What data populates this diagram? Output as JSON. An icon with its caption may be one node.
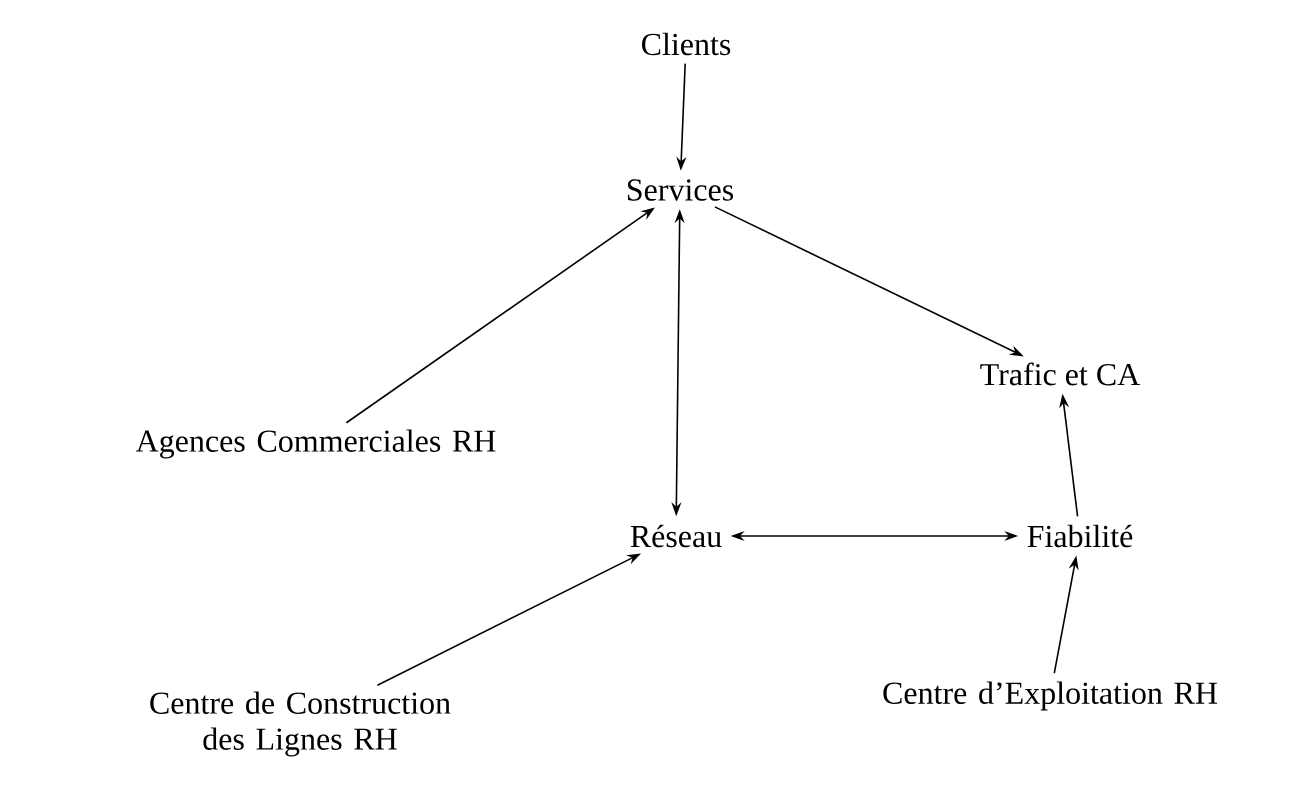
{
  "diagram": {
    "nodes": [
      {
        "text": [
          "Clients"
        ]
      },
      {
        "text": [
          "Services"
        ]
      },
      {
        "text": [
          "Agences Commerciales RH"
        ]
      },
      {
        "text": [
          "Trafic et CA"
        ]
      },
      {
        "text": [
          "Réseau"
        ]
      },
      {
        "text": [
          "Fiabilité"
        ]
      },
      {
        "text": [
          "Centre de Construction des Lignes RH"
        ]
      },
      {
        "text": [
          "Centre d’Exploitation RH"
        ]
      }
    ],
    "edges": [
      {
        "from": 0,
        "to": 1,
        "arrow": "to"
      },
      {
        "from": 2,
        "to": 1,
        "arrow": "to"
      },
      {
        "from": 1,
        "to": 3,
        "arrow": "to"
      },
      {
        "from": 1,
        "to": 4,
        "arrow": "both"
      },
      {
        "from": 4,
        "to": 5,
        "arrow": "both"
      },
      {
        "from": 5,
        "to": 3,
        "arrow": "to"
      },
      {
        "from": 6,
        "to": 4,
        "arrow": "to"
      },
      {
        "from": 7,
        "to": 5,
        "arrow": "to"
      }
    ]
  }
}
